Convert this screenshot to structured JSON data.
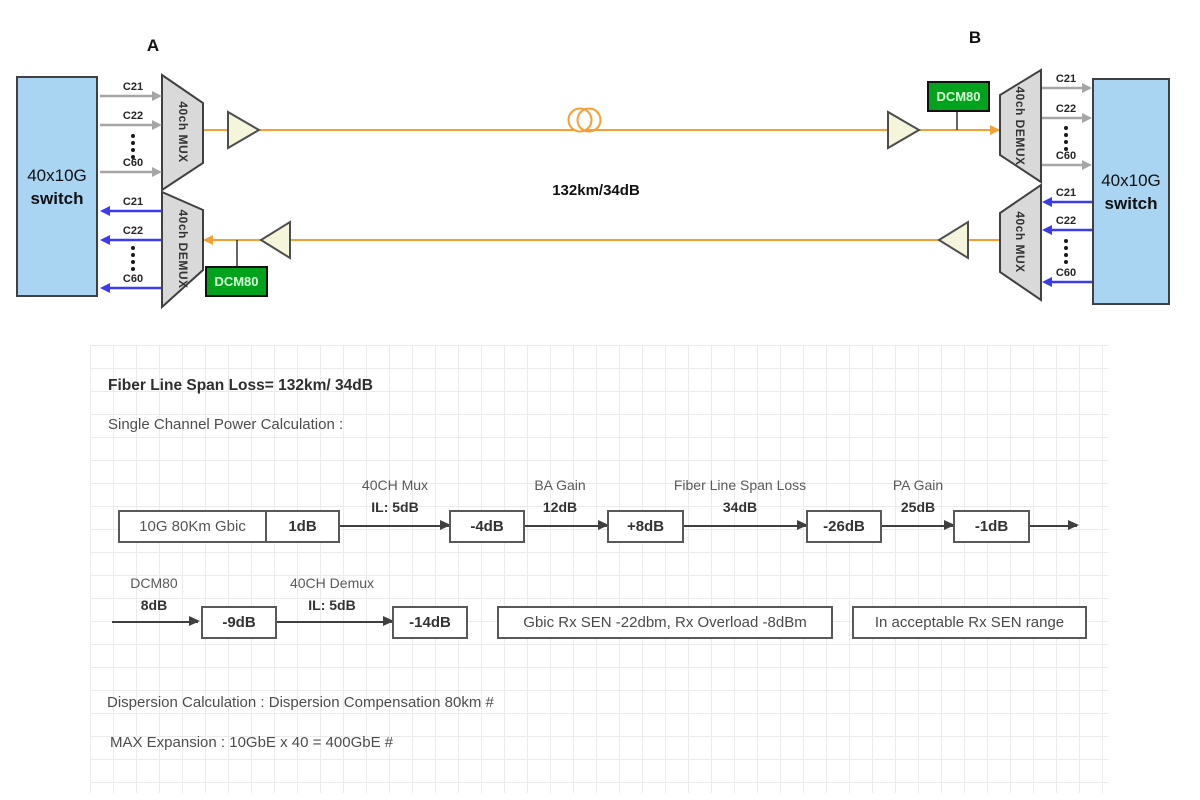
{
  "diagram": {
    "site_a": "A",
    "site_b": "B",
    "switch": {
      "line1": "40x10G",
      "line2": "switch"
    },
    "mux": "40ch MUX",
    "demux": "40ch DEMUX",
    "dcm": "DCM80",
    "link": "132km/34dB",
    "ch": {
      "c21": "C21",
      "c22": "C22",
      "c60": "C60"
    }
  },
  "calc": {
    "title": "Fiber Line Span Loss= 132km/ 34dB",
    "subtitle": "Single Channel Power Calculation :",
    "row1": {
      "source": "10G 80Km Gbic",
      "source_value": "1dB",
      "step1": {
        "name": "40CH Mux",
        "value": "IL: 5dB",
        "result": "-4dB"
      },
      "step2": {
        "name": "BA Gain",
        "value": "12dB",
        "result": "+8dB"
      },
      "step3": {
        "name": "Fiber Line Span Loss",
        "value": "34dB",
        "result": "-26dB"
      },
      "step4": {
        "name": "PA Gain",
        "value": "25dB",
        "result": "-1dB"
      }
    },
    "row2": {
      "step1": {
        "name": "DCM80",
        "value": "8dB",
        "result": "-9dB"
      },
      "step2": {
        "name": "40CH Demux",
        "value": "IL: 5dB",
        "result": "-14dB"
      },
      "note1": "Gbic Rx SEN -22dbm, Rx Overload -8dBm",
      "note2": "In acceptable Rx SEN range"
    },
    "dispersion": "Dispersion Calculation : Dispersion Compensation 80km #",
    "expansion": "MAX Expansion :  10GbE x 40 = 400GbE #"
  },
  "colors": {
    "switch_fill": "#A9D4F2",
    "mux_fill": "#D9D9D9",
    "dcm_fill": "#00A31B",
    "amp_fill": "#F5F5DC",
    "fiber_orange": "#F5A033",
    "channel_gray": "#A6A6A6",
    "channel_blue": "#3B3BEF",
    "flow_dark": "#3F3F3F"
  }
}
